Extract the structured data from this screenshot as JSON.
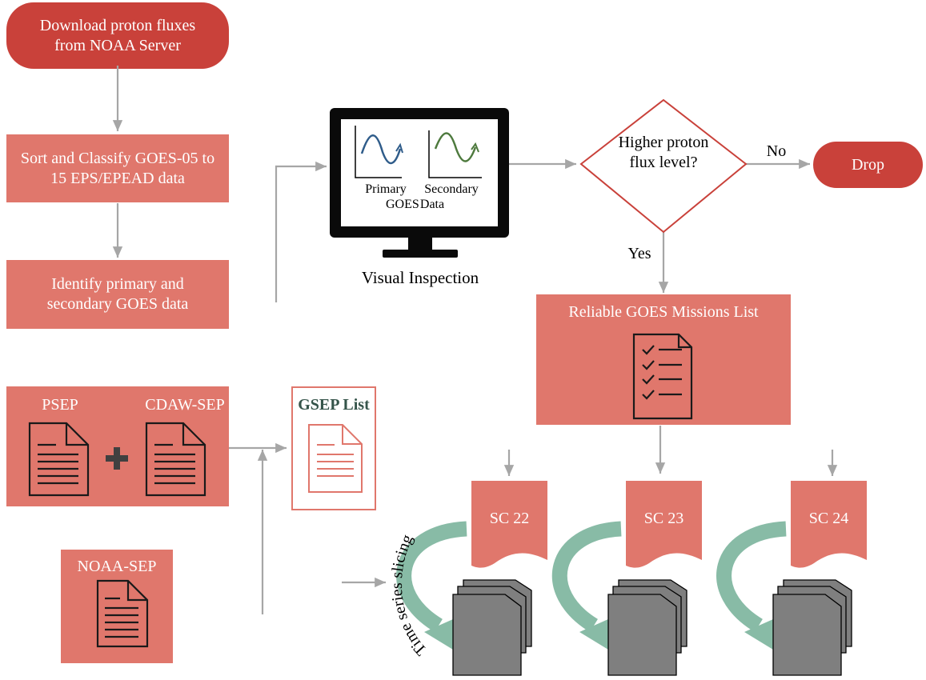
{
  "colors": {
    "accent_dark": "#C9413A",
    "accent": "#E0776C",
    "arrow": "#A6A6A6",
    "green_curve": "#88BBA6",
    "doc_stack": "#7F7F7F",
    "gsep_title": "#35544A"
  },
  "nodes": {
    "download": "Download proton fluxes from NOAA Server",
    "sort": "Sort and Classify GOES-05 to 15 EPS/EPEAD data",
    "identify": "Identify primary and secondary GOES data",
    "psep": "PSEP",
    "cdaw": "CDAW-SEP",
    "noaa_sep": "NOAA-SEP",
    "gsep": "GSEP List",
    "visual_inspection": "Visual Inspection",
    "monitor_primary": "Primary",
    "monitor_secondary": "Secondary",
    "monitor_goes": "GOES",
    "monitor_data": "Data",
    "decision": "Higher proton flux level?",
    "no": "No",
    "yes": "Yes",
    "drop": "Drop",
    "reliable": "Reliable GOES Missions List",
    "sc22": "SC 22",
    "sc23": "SC 23",
    "sc24": "SC 24",
    "time_slicing": "Time series slicing"
  },
  "icons": {
    "monitor": "monitor-icon",
    "checklist": "checklist-icon",
    "document": "document-icon",
    "plus": "plus-icon",
    "document_stack": "document-stack-icon",
    "curved_arrow": "curved-arrow-icon"
  }
}
